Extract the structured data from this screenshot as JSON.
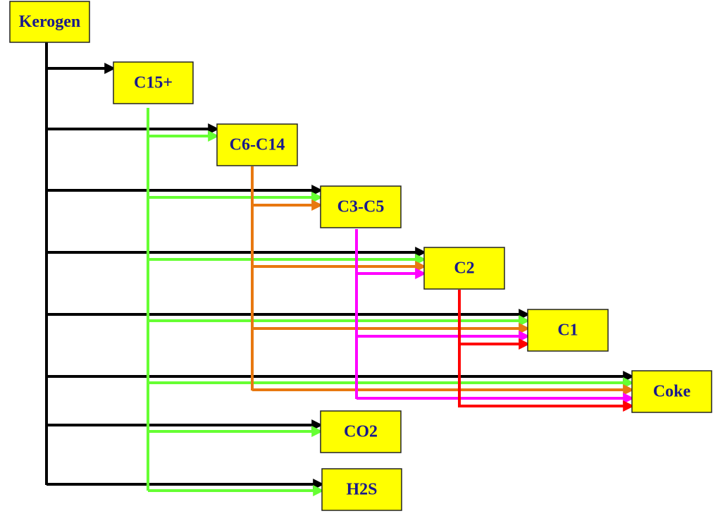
{
  "nodes": {
    "kerogen": "Kerogen",
    "c15": "C15+",
    "c6c14": "C6-C14",
    "c3c5": "C3-C5",
    "c2": "C2",
    "c1": "C1",
    "coke": "Coke",
    "co2": "CO2",
    "h2s": "H2S"
  },
  "colors": {
    "node_fill": "#ffff00",
    "label": "#1a1a8c",
    "from_kerogen": "#000000",
    "from_c15": "#66ff33",
    "from_c6c14": "#e87810",
    "from_c3c5": "#ff00ff",
    "from_c2": "#ff0000"
  },
  "edges": [
    {
      "from": "kerogen",
      "to": [
        "c15",
        "c6c14",
        "c3c5",
        "c2",
        "c1",
        "coke",
        "co2",
        "h2s"
      ]
    },
    {
      "from": "c15",
      "to": [
        "c6c14",
        "c3c5",
        "c2",
        "c1",
        "coke",
        "co2",
        "h2s"
      ]
    },
    {
      "from": "c6c14",
      "to": [
        "c3c5",
        "c2",
        "c1",
        "coke"
      ]
    },
    {
      "from": "c3c5",
      "to": [
        "c2",
        "c1",
        "coke"
      ]
    },
    {
      "from": "c2",
      "to": [
        "c1",
        "coke"
      ]
    }
  ]
}
